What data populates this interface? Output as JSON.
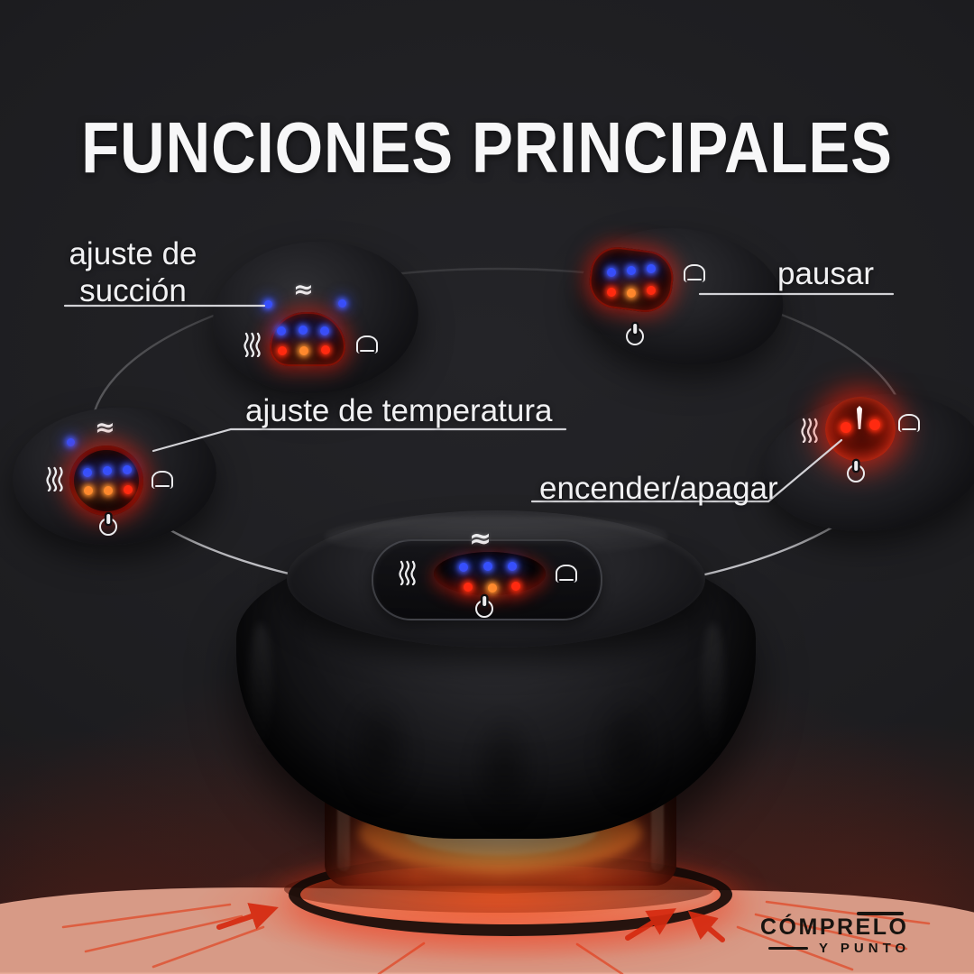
{
  "title": "FUNCIONES PRINCIPALES",
  "callouts": {
    "suction": {
      "line1": "ajuste de",
      "line2": "succión"
    },
    "pause": {
      "label": "pausar"
    },
    "temperature": {
      "label": "ajuste de temperatura"
    },
    "power": {
      "label": "encender/apagar"
    }
  },
  "brand": {
    "name": "CÓMPRELO",
    "tagline": "Y PUNTO"
  },
  "device": {
    "suction_glyph": "≈",
    "panel_icons": [
      "suction-icon",
      "heat-icon",
      "bell-icon",
      "power-icon"
    ],
    "display": {
      "blue_leds": 3,
      "red_leds": 3
    }
  },
  "colors": {
    "background": "#1d1d20",
    "text": "#f1f1f3",
    "led_blue": "#3550ff",
    "led_red": "#ff2a10",
    "led_orange": "#ff8a2e",
    "glow_red": "#e41400",
    "skin": "#f1b7a1",
    "logo_ink": "#181410"
  }
}
